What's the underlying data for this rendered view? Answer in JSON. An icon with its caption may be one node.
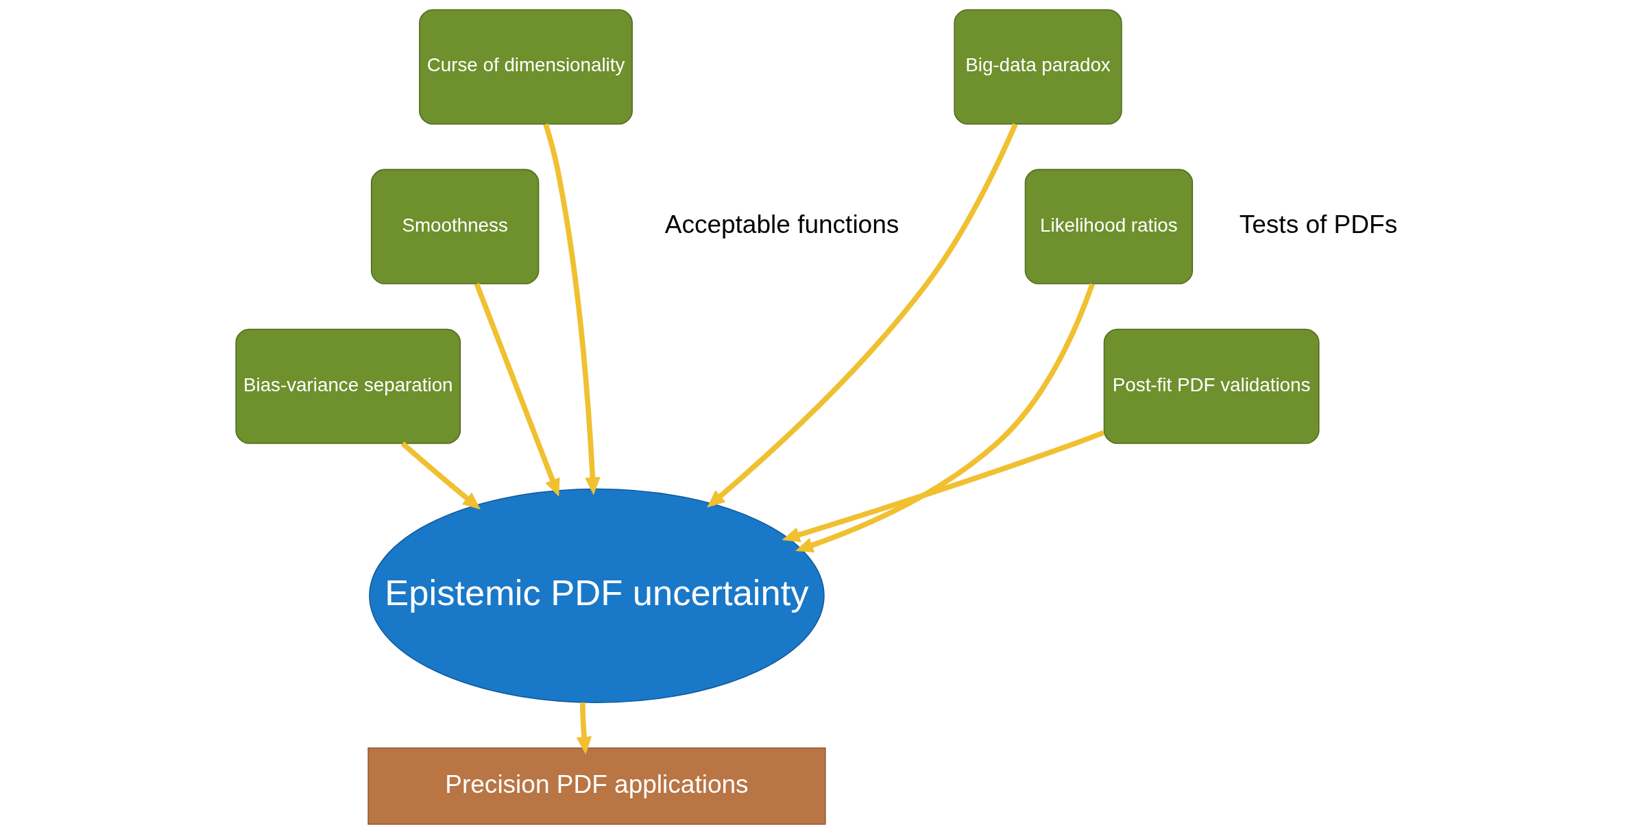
{
  "diagram": {
    "nodes": [
      {
        "text": [
          "Epistemic PDF uncertainty"
        ]
      },
      {
        "text": [
          "Curse of dimensionality"
        ]
      },
      {
        "text": [
          "Big-data paradox"
        ]
      },
      {
        "text": [
          "Smoothness"
        ]
      },
      {
        "text": [
          "Likelihood ratios"
        ]
      },
      {
        "text": [
          "Bias-variance separation"
        ]
      },
      {
        "text": [
          "Post-fit PDF validations"
        ]
      },
      {
        "text": [
          "Precision PDF applications"
        ]
      }
    ],
    "edges": [
      {
        "from": 1,
        "to": 0,
        "arrow": "to"
      },
      {
        "from": 2,
        "to": 0,
        "arrow": "to"
      },
      {
        "from": 3,
        "to": 0,
        "arrow": "to"
      },
      {
        "from": 4,
        "to": 0,
        "arrow": "to"
      },
      {
        "from": 5,
        "to": 0,
        "arrow": "to"
      },
      {
        "from": 6,
        "to": 0,
        "arrow": "to"
      },
      {
        "from": 0,
        "to": 7,
        "arrow": "to"
      }
    ],
    "labels": [
      "Acceptable functions",
      "Tests of PDFs"
    ]
  }
}
